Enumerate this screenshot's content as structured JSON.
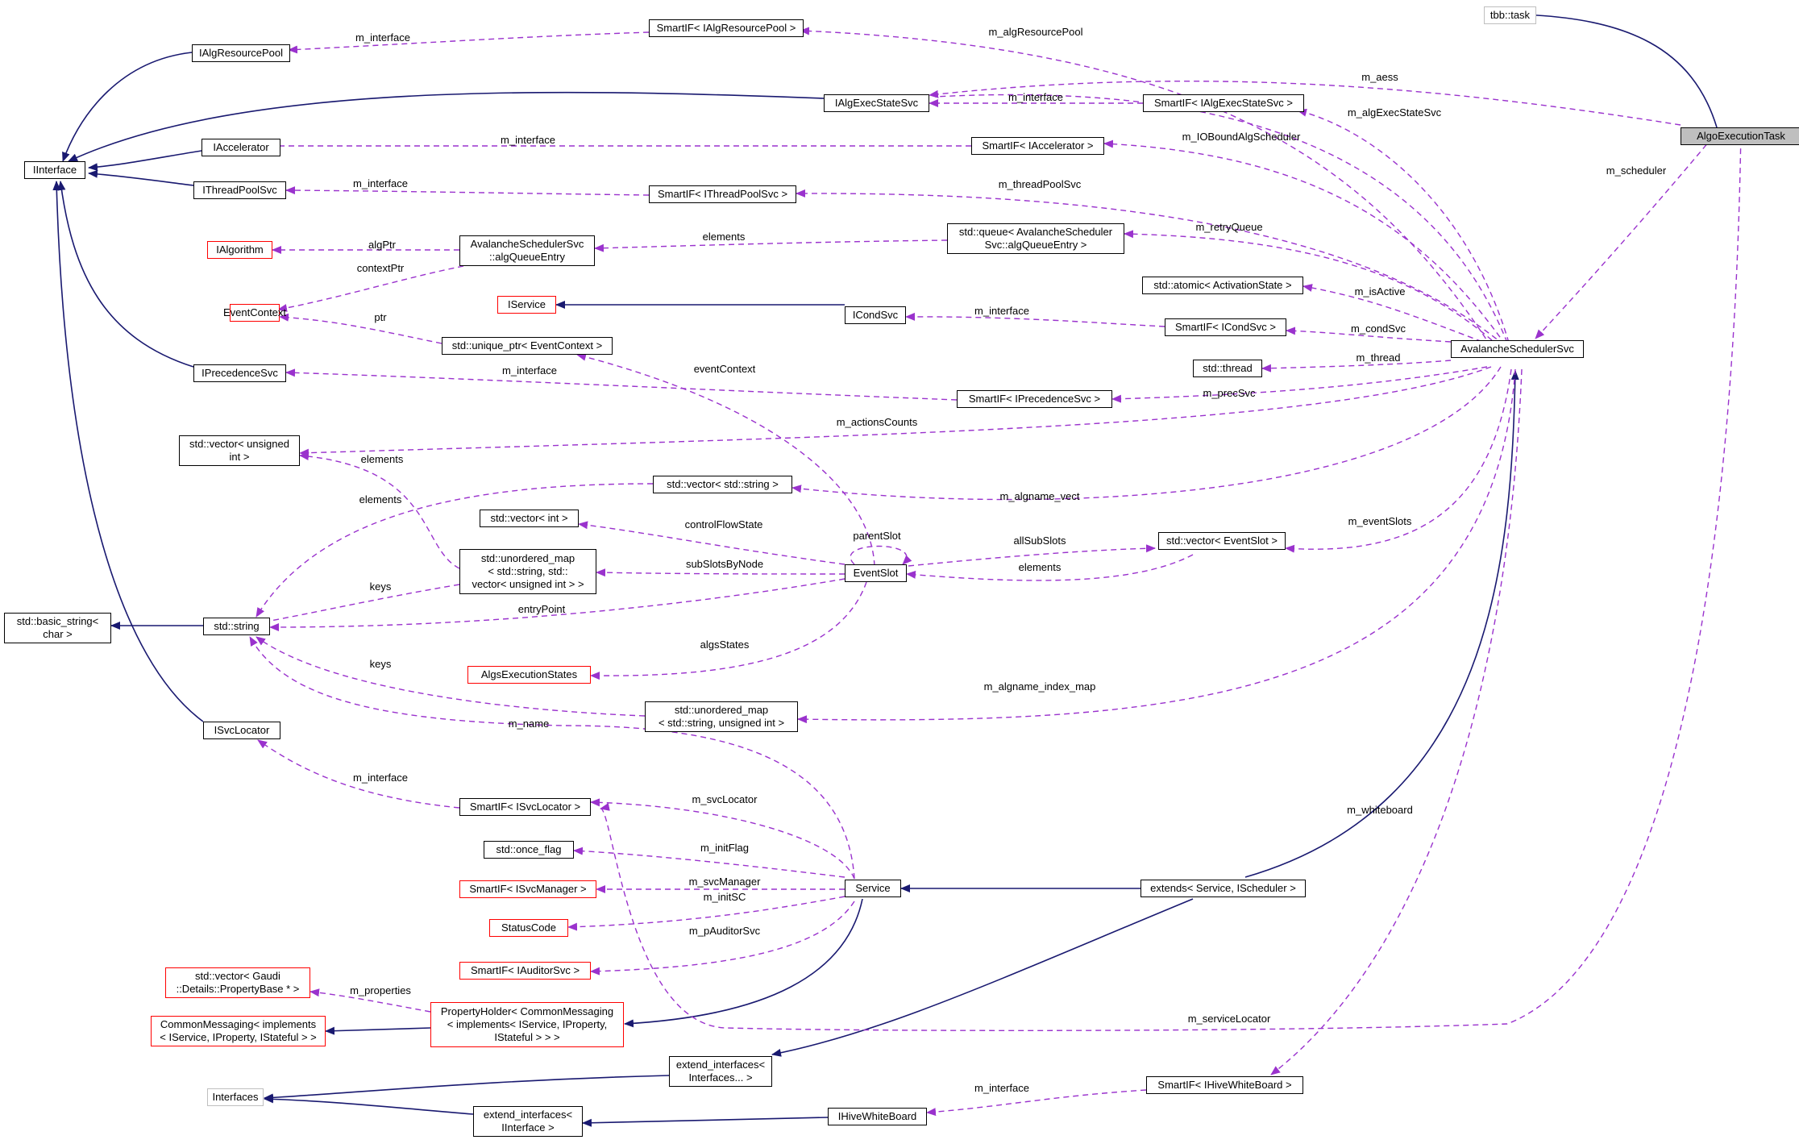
{
  "diagram": {
    "colors": {
      "inheritance": "#191970",
      "usage": "#9a32cd",
      "node_border": "#000000",
      "incomplete_border": "#ff0000",
      "external_border": "#bfbfbf",
      "focus_fill": "#bfbfbf"
    },
    "nodes": {
      "tbb_task": "tbb::task",
      "algo_execution_task": "AlgoExecutionTask",
      "smartif_ialgresourcepool": "SmartIF< IAlgResourcePool >",
      "ialgresourcepool": "IAlgResourcePool",
      "ialgexecstatesvc": "IAlgExecStateSvc",
      "smartif_ialgexecstatesvc": "SmartIF< IAlgExecStateSvc >",
      "iinterface": "IInterface",
      "iaccelerator": "IAccelerator",
      "smartif_iaccelerator": "SmartIF< IAccelerator >",
      "ithreadpoolsvc": "IThreadPoolSvc",
      "smartif_ithreadpoolsvc": "SmartIF< IThreadPoolSvc >",
      "ialgorithm": "IAlgorithm",
      "algqueueentry": "AvalancheSchedulerSvc\n::algQueueEntry",
      "std_queue": "std::queue< AvalancheScheduler\nSvc::algQueueEntry >",
      "eventcontext": "EventContext",
      "iservice": "IService",
      "icondsvc": "ICondSvc",
      "std_atomic": "std::atomic< ActivationState >",
      "smartif_icondsvc": "SmartIF< ICondSvc >",
      "avalanche": "AvalancheSchedulerSvc",
      "unique_ptr": "std::unique_ptr< EventContext >",
      "std_thread": "std::thread",
      "iprecedencesvc": "IPrecedenceSvc",
      "smartif_iprecedencesvc": "SmartIF< IPrecedenceSvc >",
      "vector_uint": "std::vector< unsigned\nint >",
      "vector_string": "std::vector< std::string >",
      "vector_int": "std::vector< int >",
      "eventslot": "EventSlot",
      "vector_eventslot": "std::vector< EventSlot >",
      "unordered_map_vec": "std::unordered_map\n< std::string, std::\nvector< unsigned int > >",
      "basic_string": "std::basic_string<\nchar >",
      "std_string": "std::string",
      "algsexecstates": "AlgsExecutionStates",
      "unordered_map_uint": "std::unordered_map\n< std::string, unsigned int >",
      "isvclocator": "ISvcLocator",
      "smartif_isvclocator": "SmartIF< ISvcLocator >",
      "once_flag": "std::once_flag",
      "smartif_isvcmanager": "SmartIF< ISvcManager >",
      "service": "Service",
      "extends": "extends< Service, IScheduler >",
      "statuscode": "StatusCode",
      "smartif_iauditorsvc": "SmartIF< IAuditorSvc >",
      "vector_propbase": "std::vector< Gaudi\n::Details::PropertyBase * >",
      "propertyholder": "PropertyHolder< CommonMessaging\n< implements< IService, IProperty,\nIStateful > > >",
      "commonmessaging": "CommonMessaging< implements\n< IService, IProperty, IStateful > >",
      "extend_interfaces_var": "extend_interfaces<\nInterfaces... >",
      "interfaces": "Interfaces",
      "extend_interfaces_ii": "extend_interfaces<\nIInterface >",
      "ihivewhiteboard": "IHiveWhiteBoard",
      "smartif_ihivewhiteboard": "SmartIF< IHiveWhiteBoard >"
    },
    "edge_labels": {
      "m_interface_resourcepool": "m_interface",
      "m_algresourcepool": "m_algResourcePool",
      "m_aess": "m_aess",
      "m_interface_execstate": "m_interface",
      "m_algexecstatesvc": "m_algExecStateSvc",
      "m_interface_accel": "m_interface",
      "m_iobound": "m_IOBoundAlgScheduler",
      "m_interface_threadpool": "m_interface",
      "m_threadpoolsvc": "m_threadPoolSvc",
      "m_scheduler": "m_scheduler",
      "algptr": "algPtr",
      "elements_queue": "elements",
      "m_retryqueue": "m_retryQueue",
      "contextptr": "contextPtr",
      "m_isactive": "m_isActive",
      "m_interface_cond": "m_interface",
      "m_condsvc": "m_condSvc",
      "ptr": "ptr",
      "m_thread": "m_thread",
      "eventcontext_lbl": "eventContext",
      "m_interface_prec": "m_interface",
      "m_precsvc": "m_precSvc",
      "m_actionscounts": "m_actionsCounts",
      "elements_vecuint": "elements",
      "elements_vecstr": "elements",
      "m_algname_vect": "m_algname_vect",
      "controlflowstate": "controlFlowState",
      "parentslot": "parentSlot",
      "allsubslots": "allSubSlots",
      "m_eventslots": "m_eventSlots",
      "subslotsbynode": "subSlotsByNode",
      "elements_evslot": "elements",
      "keys_vec": "keys",
      "entrypoint": "entryPoint",
      "algsstates": "algsStates",
      "keys_uint": "keys",
      "m_algname_index_map": "m_algname_index_map",
      "m_name": "m_name",
      "m_interface_svcloc": "m_interface",
      "m_svclocator": "m_svcLocator",
      "m_whiteboard": "m_whiteboard",
      "m_initflag": "m_initFlag",
      "m_svcmanager": "m_svcManager",
      "m_initsc": "m_initSC",
      "m_pauditorsvc": "m_pAuditorSvc",
      "m_properties": "m_properties",
      "m_servicelocator": "m_serviceLocator",
      "m_interface_whiteboard": "m_interface"
    }
  }
}
